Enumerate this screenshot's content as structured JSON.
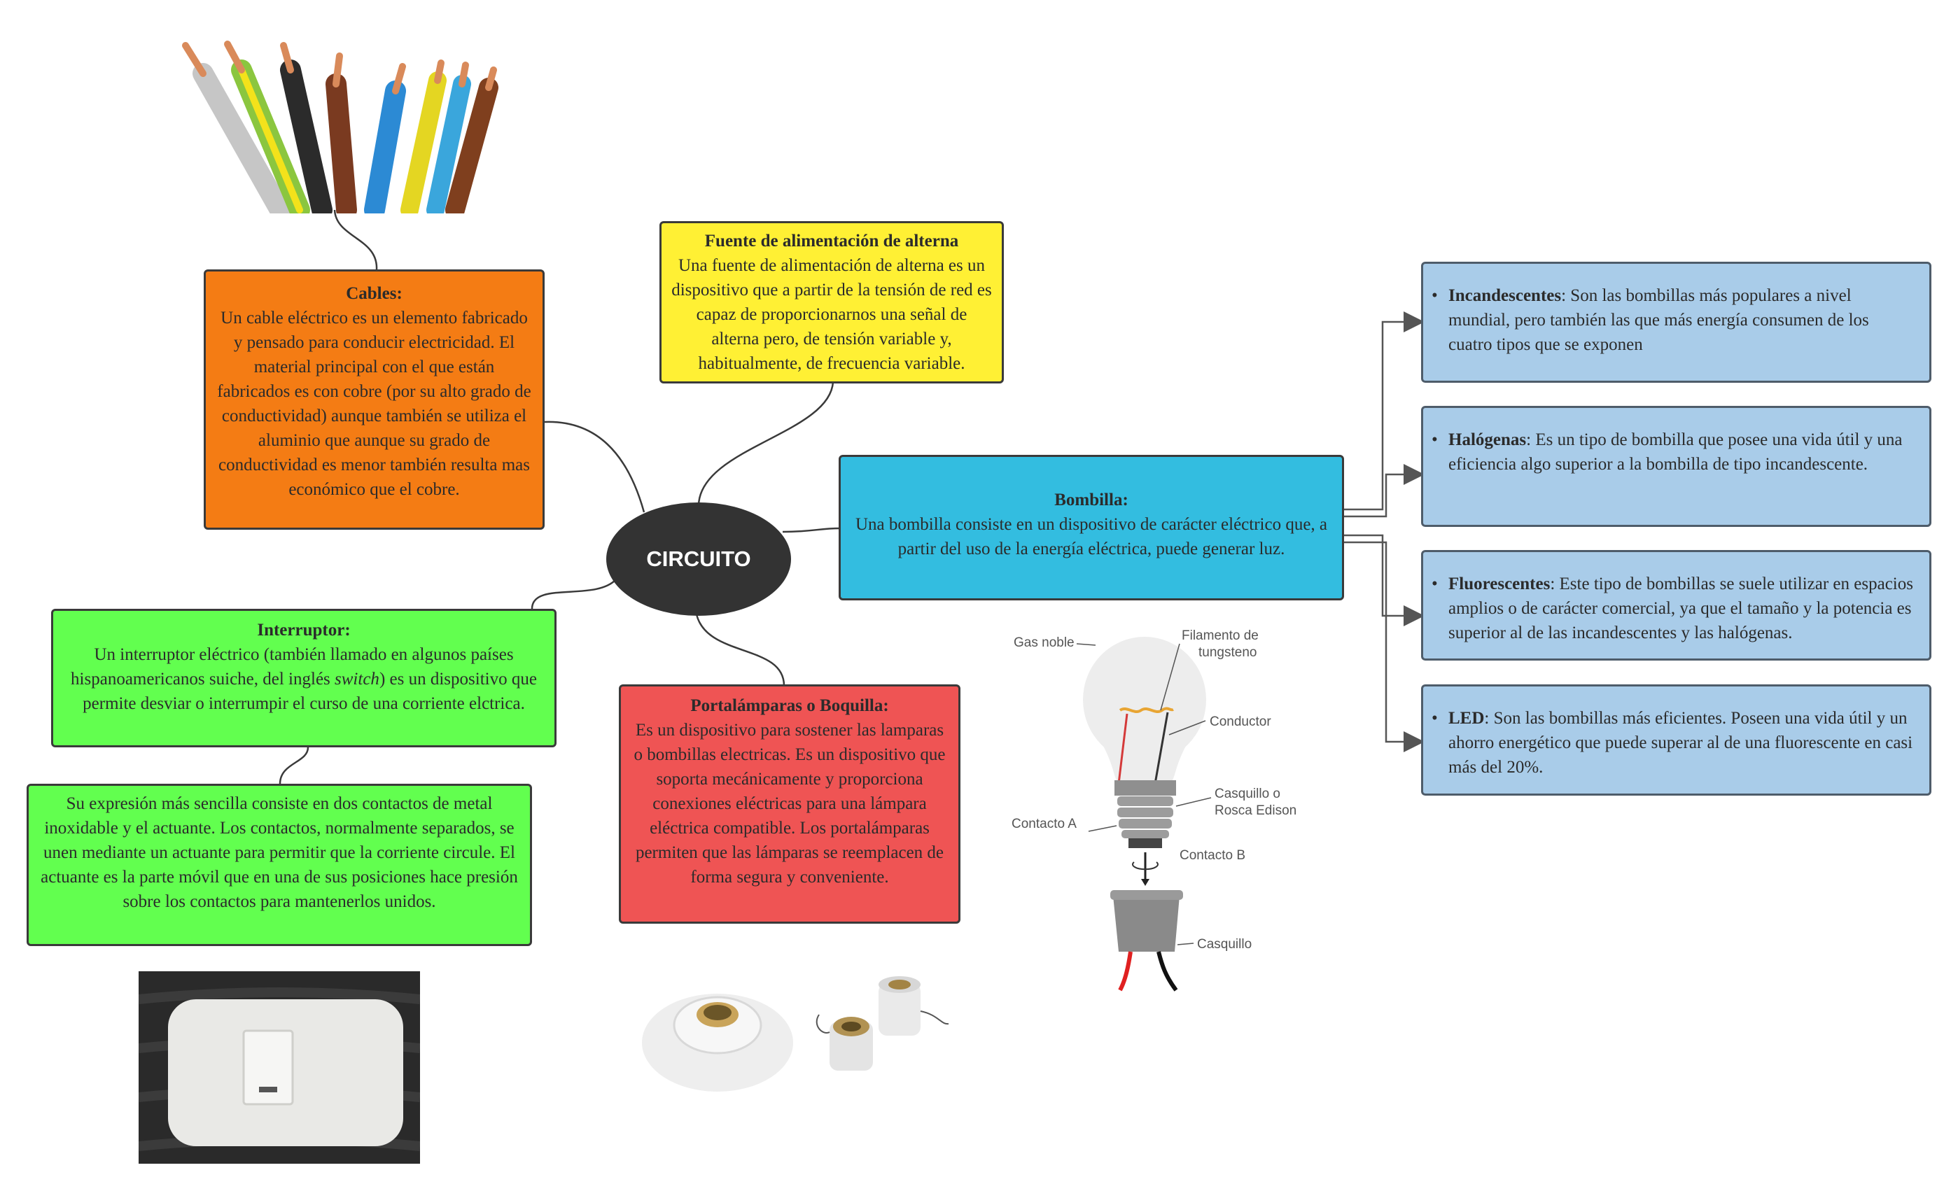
{
  "center": {
    "label": "CIRCUITO"
  },
  "cables": {
    "title": "Cables:",
    "text": "Un cable eléctrico es un elemento fabricado y pensado para conducir electricidad. El material principal con el que están fabricados es con cobre (por su alto grado de conductividad) aunque también se utiliza el aluminio que aunque su grado de conductividad es menor también resulta mas económico que el cobre."
  },
  "fuente": {
    "title": "Fuente de alimentación de alterna",
    "text": "Una fuente de alimentación de alterna es un dispositivo que a partir de la tensión de red es capaz de proporcionarnos una señal de alterna pero, de tensión variable y, habitualmente, de frecuencia variable."
  },
  "bombilla": {
    "title": "Bombilla:",
    "text": "Una bombilla consiste en un dispositivo de carácter eléctrico que, a partir del uso de la energía eléctrica, puede generar luz."
  },
  "interruptor": {
    "title": "Interruptor:",
    "text_a": "Un interruptor eléctrico (también llamado en algunos países hispanoamericanos suiche, del inglés ",
    "text_em": "switch",
    "text_b": ") es un dispositivo que permite desviar o interrumpir el curso de una corriente elctrica."
  },
  "interruptor_detalle": {
    "text": "Su expresión más sencilla consiste en dos contactos de metal inoxidable y el actuante. Los contactos, normalmente separados, se unen mediante un actuante para permitir que la corriente circule. El actuante es la parte móvil que en una de sus posiciones hace presión sobre los contactos para mantenerlos unidos."
  },
  "portalamparas": {
    "title": "Portalámparas o Boquilla:",
    "text": "Es un dispositivo para sostener las lamparas o bombillas electricas. Es un dispositivo que soporta mecánicamente y proporciona conexiones eléctricas para una lámpara eléctrica compatible. Los portalámparas permiten que las lámparas se reemplacen de forma segura y conveniente."
  },
  "tipos": [
    {
      "bullet": "•",
      "term": "Incandescentes",
      "text": ": Son las bombillas más populares a nivel mundial, pero también las que más energía consumen de los cuatro tipos que se exponen"
    },
    {
      "bullet": "•",
      "term": "Halógenas",
      "text": ": Es un tipo de bombilla que posee una vida útil y una eficiencia algo superior a la bombilla de tipo incandescente."
    },
    {
      "bullet": "•",
      "term": "Fluorescentes",
      "text": ": Este tipo de bombillas se suele utilizar en espacios amplios o de carácter comercial, ya que el tamaño y la potencia es superior al de las incandescentes y las halógenas."
    },
    {
      "bullet": "•",
      "term": "LED",
      "text": ": Son las bombillas más eficientes. Poseen una vida útil y un ahorro energético que puede superar al de una fluorescente en casi más del 20%."
    }
  ],
  "diagram_labels": {
    "gas": "Gas noble",
    "filamento_1": "Filamento de",
    "filamento_2": "tungsteno",
    "conductor": "Conductor",
    "casquillo_rosca_1": "Casquillo o",
    "casquillo_rosca_2": "Rosca Edison",
    "contacto_a": "Contacto A",
    "contacto_b": "Contacto B",
    "casquillo": "Casquillo"
  },
  "colors": {
    "orange": "#f47c14",
    "yellow": "#fff034",
    "cyan": "#33bde0",
    "green": "#62ff4f",
    "red": "#ef5454",
    "blue": "#a9cce9",
    "center": "#333333"
  },
  "images": {
    "cables": "cables-photo",
    "switch": "switch-photo",
    "sockets": "lamp-socket-photo",
    "bulb": "bulb-diagram"
  }
}
